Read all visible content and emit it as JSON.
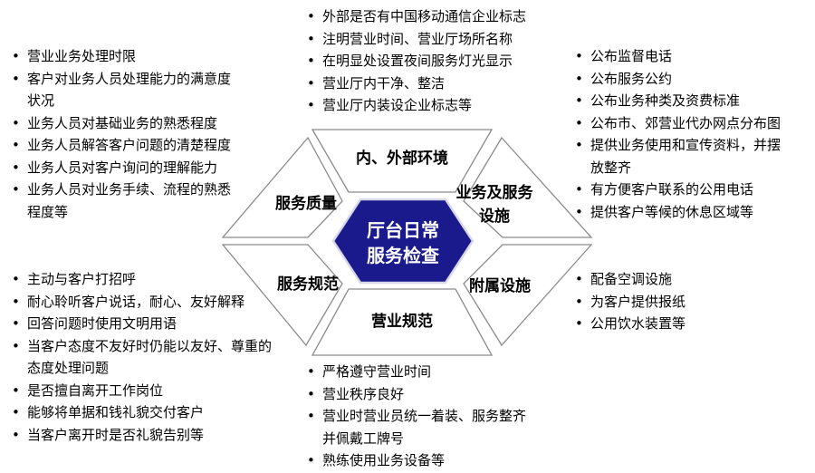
{
  "center": {
    "line1": "厅台日常",
    "line2": "服务检查",
    "fill": "#1a1a8c"
  },
  "segments": {
    "env": {
      "label": "内、外部环境"
    },
    "facility": {
      "line1": "业务及服务",
      "line2": "设施"
    },
    "aux": {
      "label": "附属设施"
    },
    "norm": {
      "label": "营业规范"
    },
    "standard": {
      "label": "服务规范"
    },
    "quality": {
      "label": "服务质量"
    }
  },
  "lists": {
    "env": [
      "外部是否有中国移动通信企业标志",
      "注明营业时间、营业厅场所名称",
      "在明显处设置夜间服务灯光显示",
      "营业厅内干净、整洁",
      "营业厅内装设企业标志等"
    ],
    "quality": [
      "营业业务处理时限",
      [
        "客户对业务人员处理能力的满意度",
        "状况"
      ],
      "业务人员对基础业务的熟悉程度",
      "业务人员解答客户问题的清楚程度",
      "业务人员对客户询问的理解能力",
      [
        "业务人员对业务手续、流程的熟悉",
        "程度等"
      ]
    ],
    "facility": [
      "公布监督电话",
      "公布服务公约",
      "公布业务种类及资费标准",
      "公布市、郊营业代办网点分布图",
      [
        "提供业务使用和宣传资料，并摆",
        "放整齐"
      ],
      "有方便客户联系的公用电话",
      "提供客户等候的休息区域等"
    ],
    "standard": [
      "主动与客户打招呼",
      "耐心聆听客户说话，耐心、友好解释",
      "回答问题时使用文明用语",
      [
        "当客户态度不友好时仍能以友好、尊重的",
        "态度处理问题"
      ],
      "是否擅自离开工作岗位",
      "能够将单据和钱礼貌交付客户",
      "当客户离开时是否礼貌告别等"
    ],
    "aux": [
      "配备空调设施",
      "为客户提供报纸",
      "公用饮水装置等"
    ],
    "norm": [
      "严格遵守营业时间",
      "营业秩序良好",
      [
        "营业时营业员统一着装、服务整齐",
        "并佩戴工牌号"
      ],
      "熟练使用业务设备等"
    ]
  }
}
